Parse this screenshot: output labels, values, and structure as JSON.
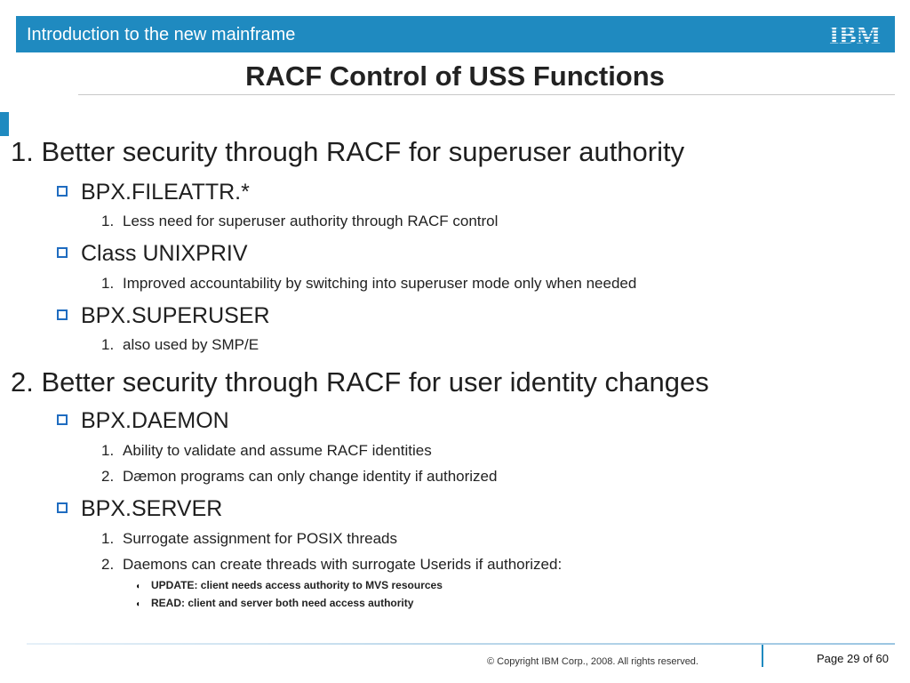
{
  "header": {
    "title": "Introduction to the new mainframe",
    "logo_text": "IBM"
  },
  "slide": {
    "title": "RACF Control of USS Functions"
  },
  "sections": [
    {
      "heading": "1. Better security through RACF for superuser authority",
      "items": [
        {
          "label": "BPX.FILEATTR.*",
          "subs": [
            {
              "num": "1.",
              "text": "Less need for superuser authority through RACF control"
            }
          ]
        },
        {
          "label": "Class UNIXPRIV",
          "subs": [
            {
              "num": "1.",
              "text": "Improved accountability by switching into superuser mode only when needed"
            }
          ]
        },
        {
          "label": "BPX.SUPERUSER",
          "subs": [
            {
              "num": "1.",
              "text": "also used by SMP/E"
            }
          ]
        }
      ]
    },
    {
      "heading": "2. Better security through RACF for user identity changes",
      "items": [
        {
          "label": "BPX.DAEMON",
          "subs": [
            {
              "num": "1.",
              "text": "Ability to validate and assume RACF identities"
            },
            {
              "num": "2.",
              "text": "Dæmon programs can only change identity if authorized"
            }
          ]
        },
        {
          "label": "BPX.SERVER",
          "subs": [
            {
              "num": "1.",
              "text": "Surrogate assignment for POSIX threads"
            },
            {
              "num": "2.",
              "text": "Daemons can create threads with surrogate Userids if authorized:"
            }
          ],
          "bullets": [
            "UPDATE: client needs access authority to MVS resources",
            "READ: client and server both need access authority"
          ]
        }
      ]
    }
  ],
  "footer": {
    "copyright": "© Copyright IBM Corp., 2008. All rights reserved.",
    "page": "Page 29 of 60"
  },
  "colors": {
    "accent": "#1f8ac0",
    "bullet_box": "#1f6cc0"
  },
  "icons": {
    "sub_bullet": "arrowhead-bullet-icon",
    "item_bullet": "square-bullet-icon"
  }
}
